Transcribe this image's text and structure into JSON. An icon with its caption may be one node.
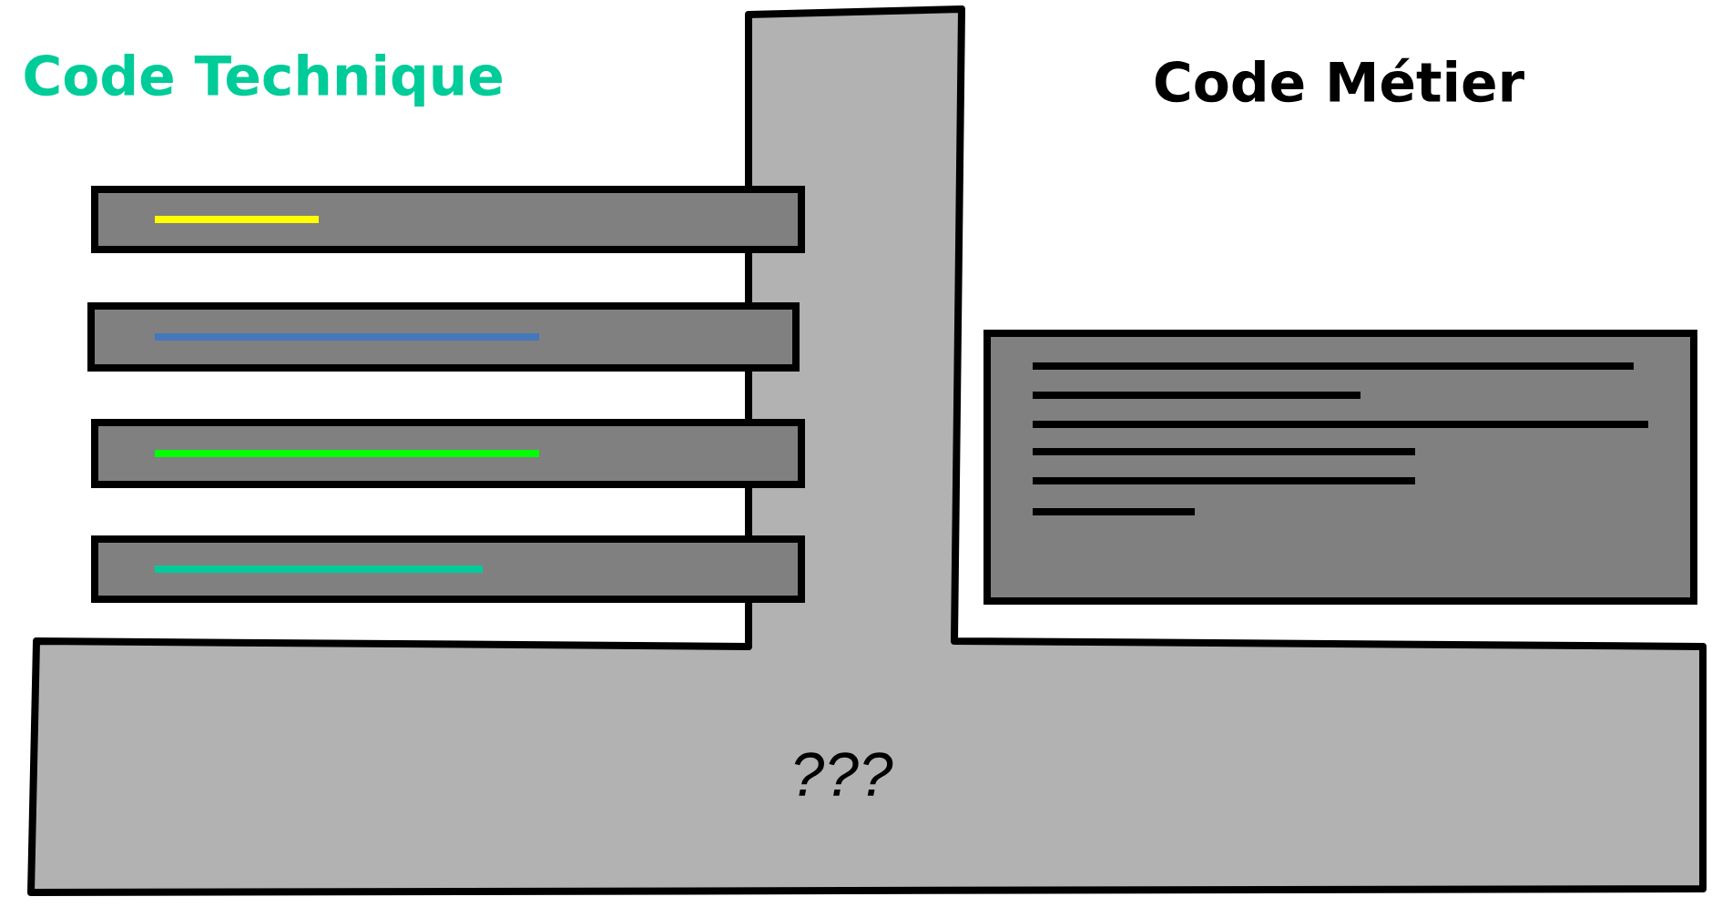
{
  "diagram": {
    "nodes": [
      {
        "text": [
          "???"
        ]
      },
      {
        "text": [],
        "shape": "bar"
      },
      {
        "text": [],
        "shape": "bar"
      },
      {
        "text": [],
        "shape": "bar"
      },
      {
        "text": [],
        "shape": "bar"
      },
      {
        "text": [],
        "shape": "box"
      }
    ],
    "labels": [
      "Code Technique",
      "Code Métier"
    ]
  }
}
